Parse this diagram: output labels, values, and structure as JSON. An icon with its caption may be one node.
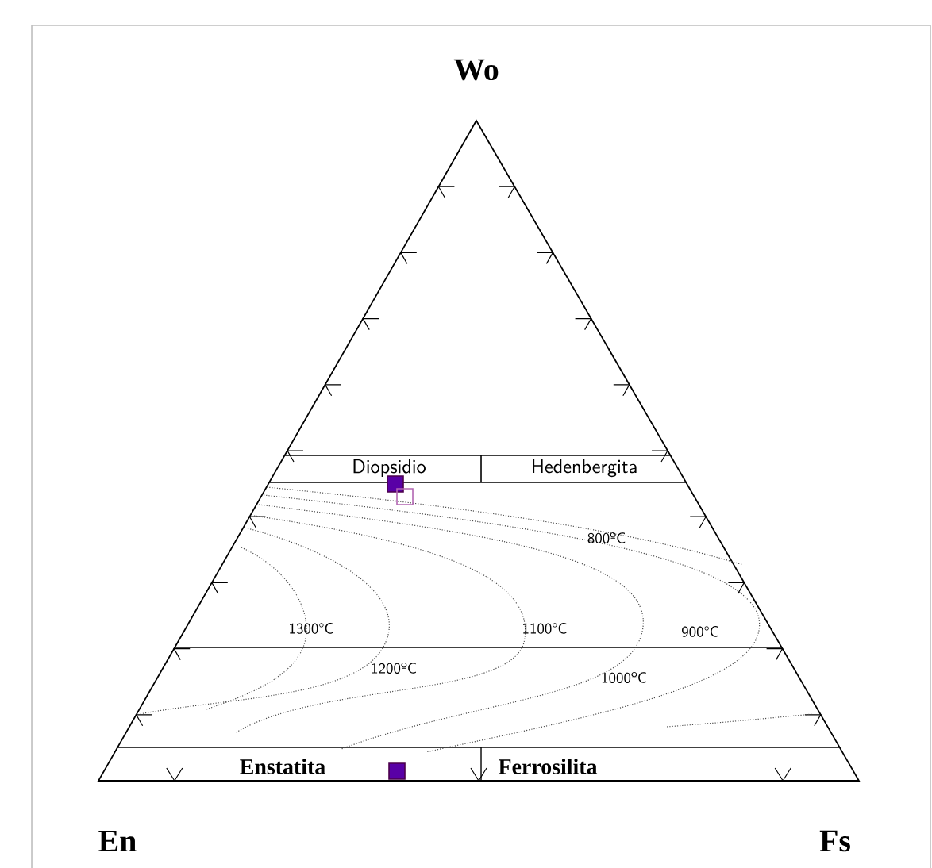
{
  "diagram": {
    "labels": [
      "Wo",
      "Diopsidio",
      "Hedenbergita",
      "800ºC",
      "1300°C",
      "1100°C",
      "900°C",
      "1200ºC",
      "1000ºC",
      "Enstatita",
      "Ferrosilita",
      "En",
      "Fs"
    ]
  }
}
